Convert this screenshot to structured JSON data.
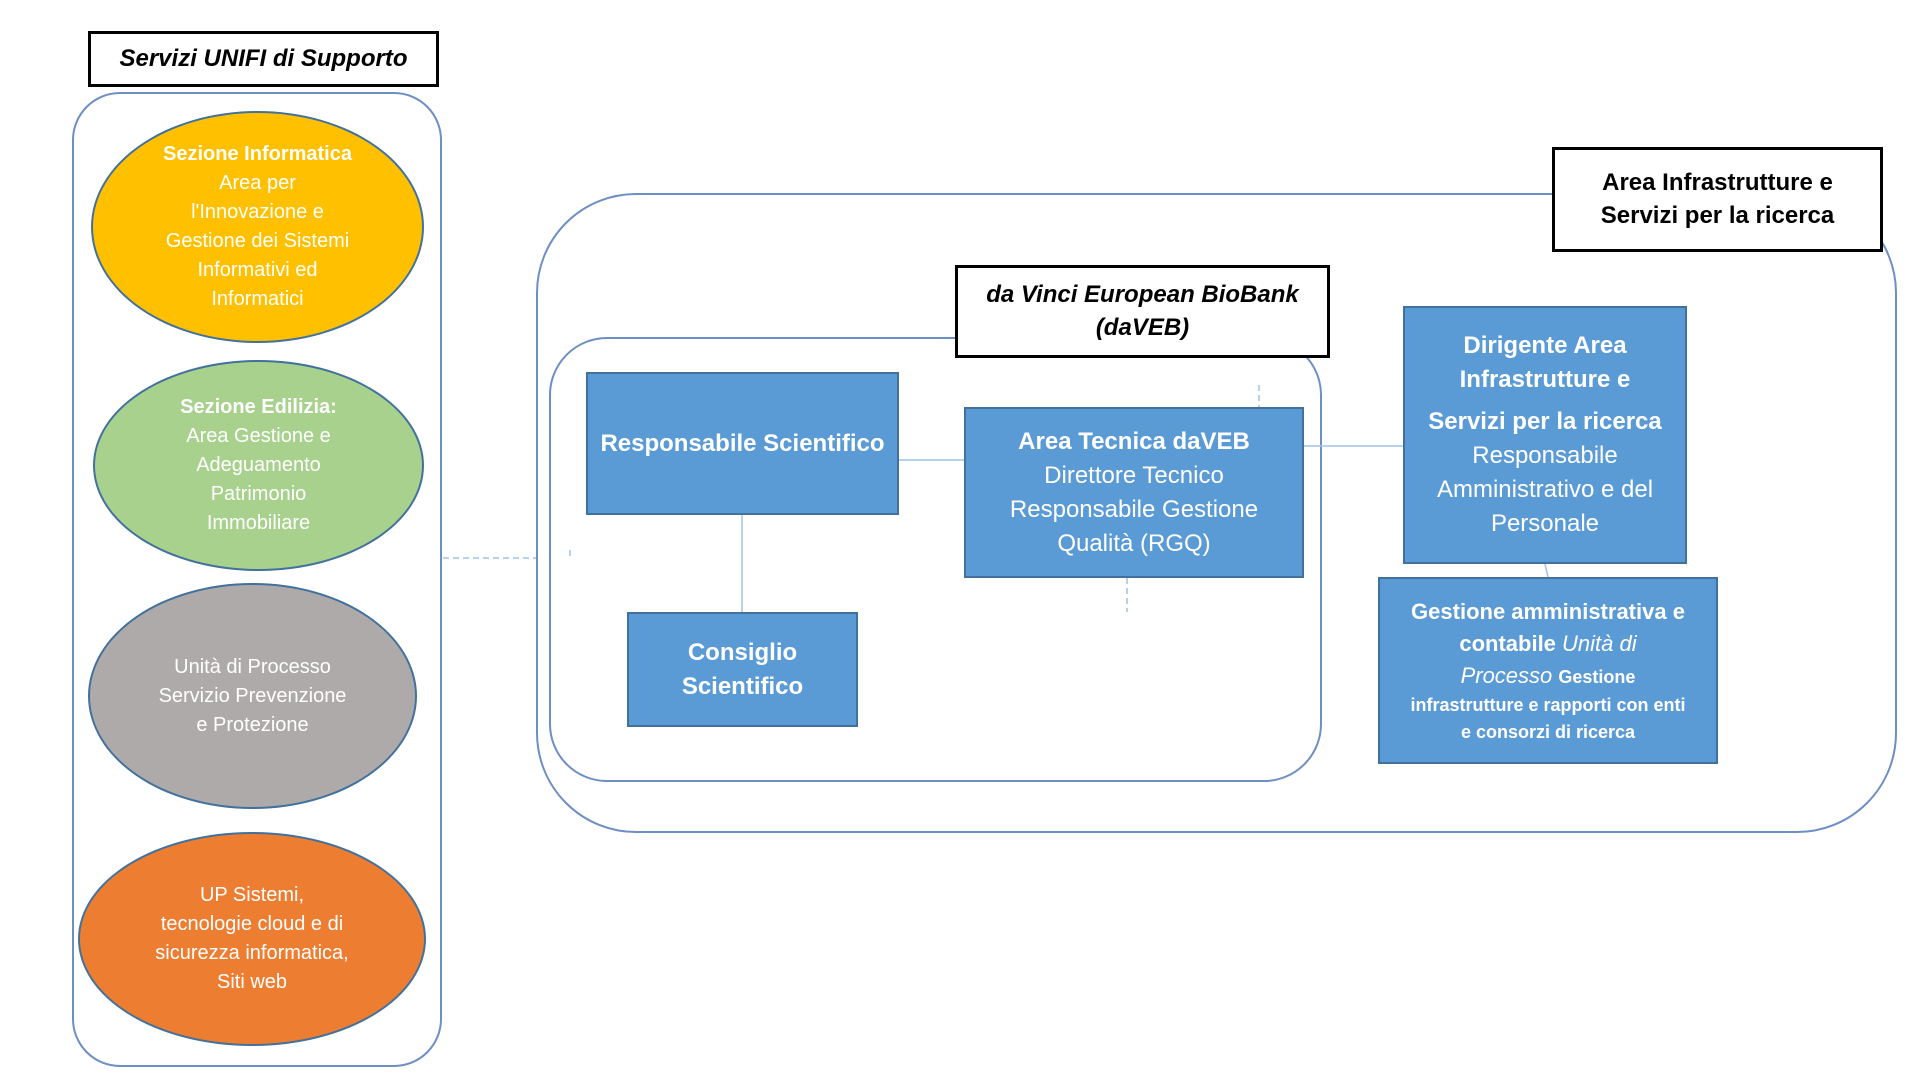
{
  "left_panel": {
    "title": "Servizi UNIFI di Supporto",
    "informatica": {
      "heading": "Sezione Informatica",
      "lines": [
        "Area per",
        "l'Innovazione e",
        "Gestione dei Sistemi",
        "Informativi ed",
        "Informatici"
      ]
    },
    "edilizia": {
      "heading": "Sezione Edilizia:",
      "lines": [
        "Area Gestione e",
        "Adeguamento",
        "Patrimonio",
        "Immobiliare"
      ]
    },
    "prevenzione": {
      "lines": [
        "Unità di Processo",
        "Servizio Prevenzione",
        "e Protezione"
      ]
    },
    "sistemi": {
      "lines": [
        "UP Sistemi,",
        "tecnologie cloud e di",
        "sicurezza informatica,",
        "Siti web"
      ]
    }
  },
  "area_group": {
    "title_line1": "Area Infrastrutture e",
    "title_line2": "Servizi per la ricerca"
  },
  "daveb_group": {
    "title_line1": "da Vinci European BioBank",
    "title_line2": "(daVEB)"
  },
  "boxes": {
    "responsabile": "Responsabile Scientifico",
    "consiglio_line1": "Consiglio",
    "consiglio_line2": "Scientifico",
    "area_tecnica": {
      "heading": "Area Tecnica daVEB",
      "lines": [
        "Direttore Tecnico",
        "Responsabile Gestione",
        "Qualità (RGQ)"
      ]
    },
    "dirigente": {
      "heading_lines": [
        "Dirigente Area",
        "Infrastrutture e",
        "Servizi per la ricerca"
      ],
      "lines": [
        "Responsabile",
        "Amministrativo e del",
        "Personale"
      ]
    },
    "gestione": {
      "heading_line1": "Gestione amministrativa e",
      "heading_line2": "contabile",
      "italic_line1": "Unità di",
      "italic_line2": "Processo",
      "detail_line1": "Gestione",
      "detail_line2": "infrastrutture e rapporti con enti",
      "detail_line3": "e consorzi di ricerca"
    }
  },
  "colors": {
    "frame": "#6d8fc4",
    "blue_box": "#5b9bd5",
    "informatica": "#ffc000",
    "edilizia": "#a9d18e",
    "prevenzione": "#aeaaaa",
    "sistemi": "#ed7d31"
  }
}
